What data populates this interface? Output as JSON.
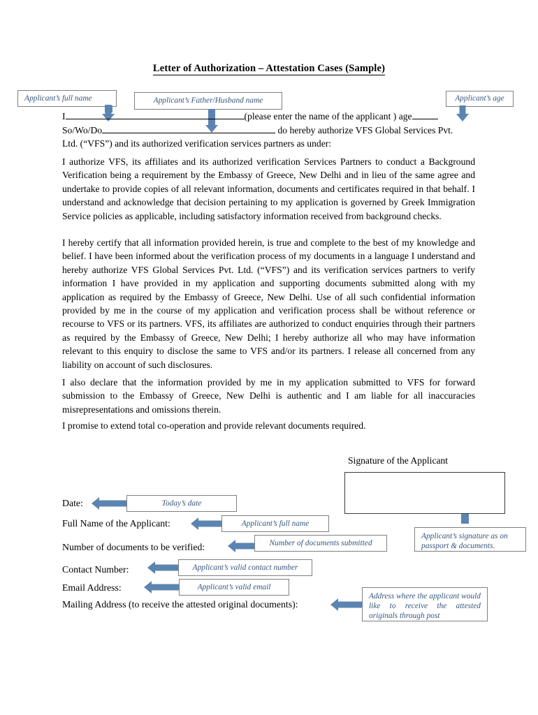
{
  "document": {
    "title": "Letter of Authorization – Attestation Cases (Sample)"
  },
  "intro": {
    "line1_pre": "I",
    "line1_mid": "(please enter the name of the applicant ) age",
    "line2_pre": "So/Wo/Do",
    "line2_post": "do hereby authorize VFS Global Services Pvt.",
    "line3": "Ltd. (“VFS”) and its authorized verification services partners as under:"
  },
  "paragraphs": [
    "I authorize VFS, its affiliates and its authorized verification Services Partners to conduct a Background Verification being a requirement by the  Embassy of Greece, New Delhi and in lieu of the same agree and undertake to provide copies of all relevant information, documents and certificates required in that behalf. I understand and acknowledge that decision pertaining to my application is governed by Greek Immigration Service policies as applicable, including satisfactory information received from background checks.",
    "I hereby certify that all information provided herein, is true and complete to the best of my knowledge and belief. I have been informed about the verification process of my documents in a language I understand and hereby authorize VFS Global Services Pvt. Ltd. (“VFS”) and its verification services partners to verify information I have provided in my application and supporting documents submitted along with my application as required by the Embassy of Greece, New Delhi. Use of all such confidential information provided by me in the course of my application and verification process shall be without reference or recourse to VFS or its partners. VFS, its affiliates are authorized to conduct enquiries through their partners as required by the Embassy of Greece, New Delhi; I hereby authorize all who may have information relevant to this enquiry to disclose the same to VFS and/or its partners. I release all concerned from any liability on account of such disclosures.",
    "I also declare that the information provided by me in my application submitted to VFS for forward submission to the Embassy of Greece, New Delhi is authentic and I am liable for all inaccuracies misrepresentations and omissions therein.",
    "I promise to extend total co-operation and provide relevant documents required."
  ],
  "callouts": {
    "full_name_top": "Applicant’s full name",
    "father_husband_name": "Applicant’s Father/Husband name",
    "age": "Applicant’s age",
    "todays_date": "Today’s date",
    "full_name_bottom": "Applicant’s full name",
    "num_documents": "Number of documents submitted",
    "contact_number": "Applicant’s valid contact number",
    "email": "Applicant’s valid email",
    "signature_note": "Applicant’s signature as on passport & documents.",
    "mailing_note": "Address where the applicant would like to receive the attested originals through post"
  },
  "signature": {
    "label": "Signature of the Applicant"
  },
  "form_fields": [
    {
      "label": "Date:"
    },
    {
      "label": "Full Name of the Applicant:"
    },
    {
      "label": "Number of documents to be verified:"
    },
    {
      "label": "Contact Number:"
    },
    {
      "label": "Email Address:"
    },
    {
      "label": "Mailing Address (to receive the attested original documents):"
    }
  ],
  "colors": {
    "arrow_blue": "#5b84b1",
    "callout_text": "#36567d",
    "callout_border": "#7f7f7f",
    "signature_box_border": "#3b3b3b"
  }
}
